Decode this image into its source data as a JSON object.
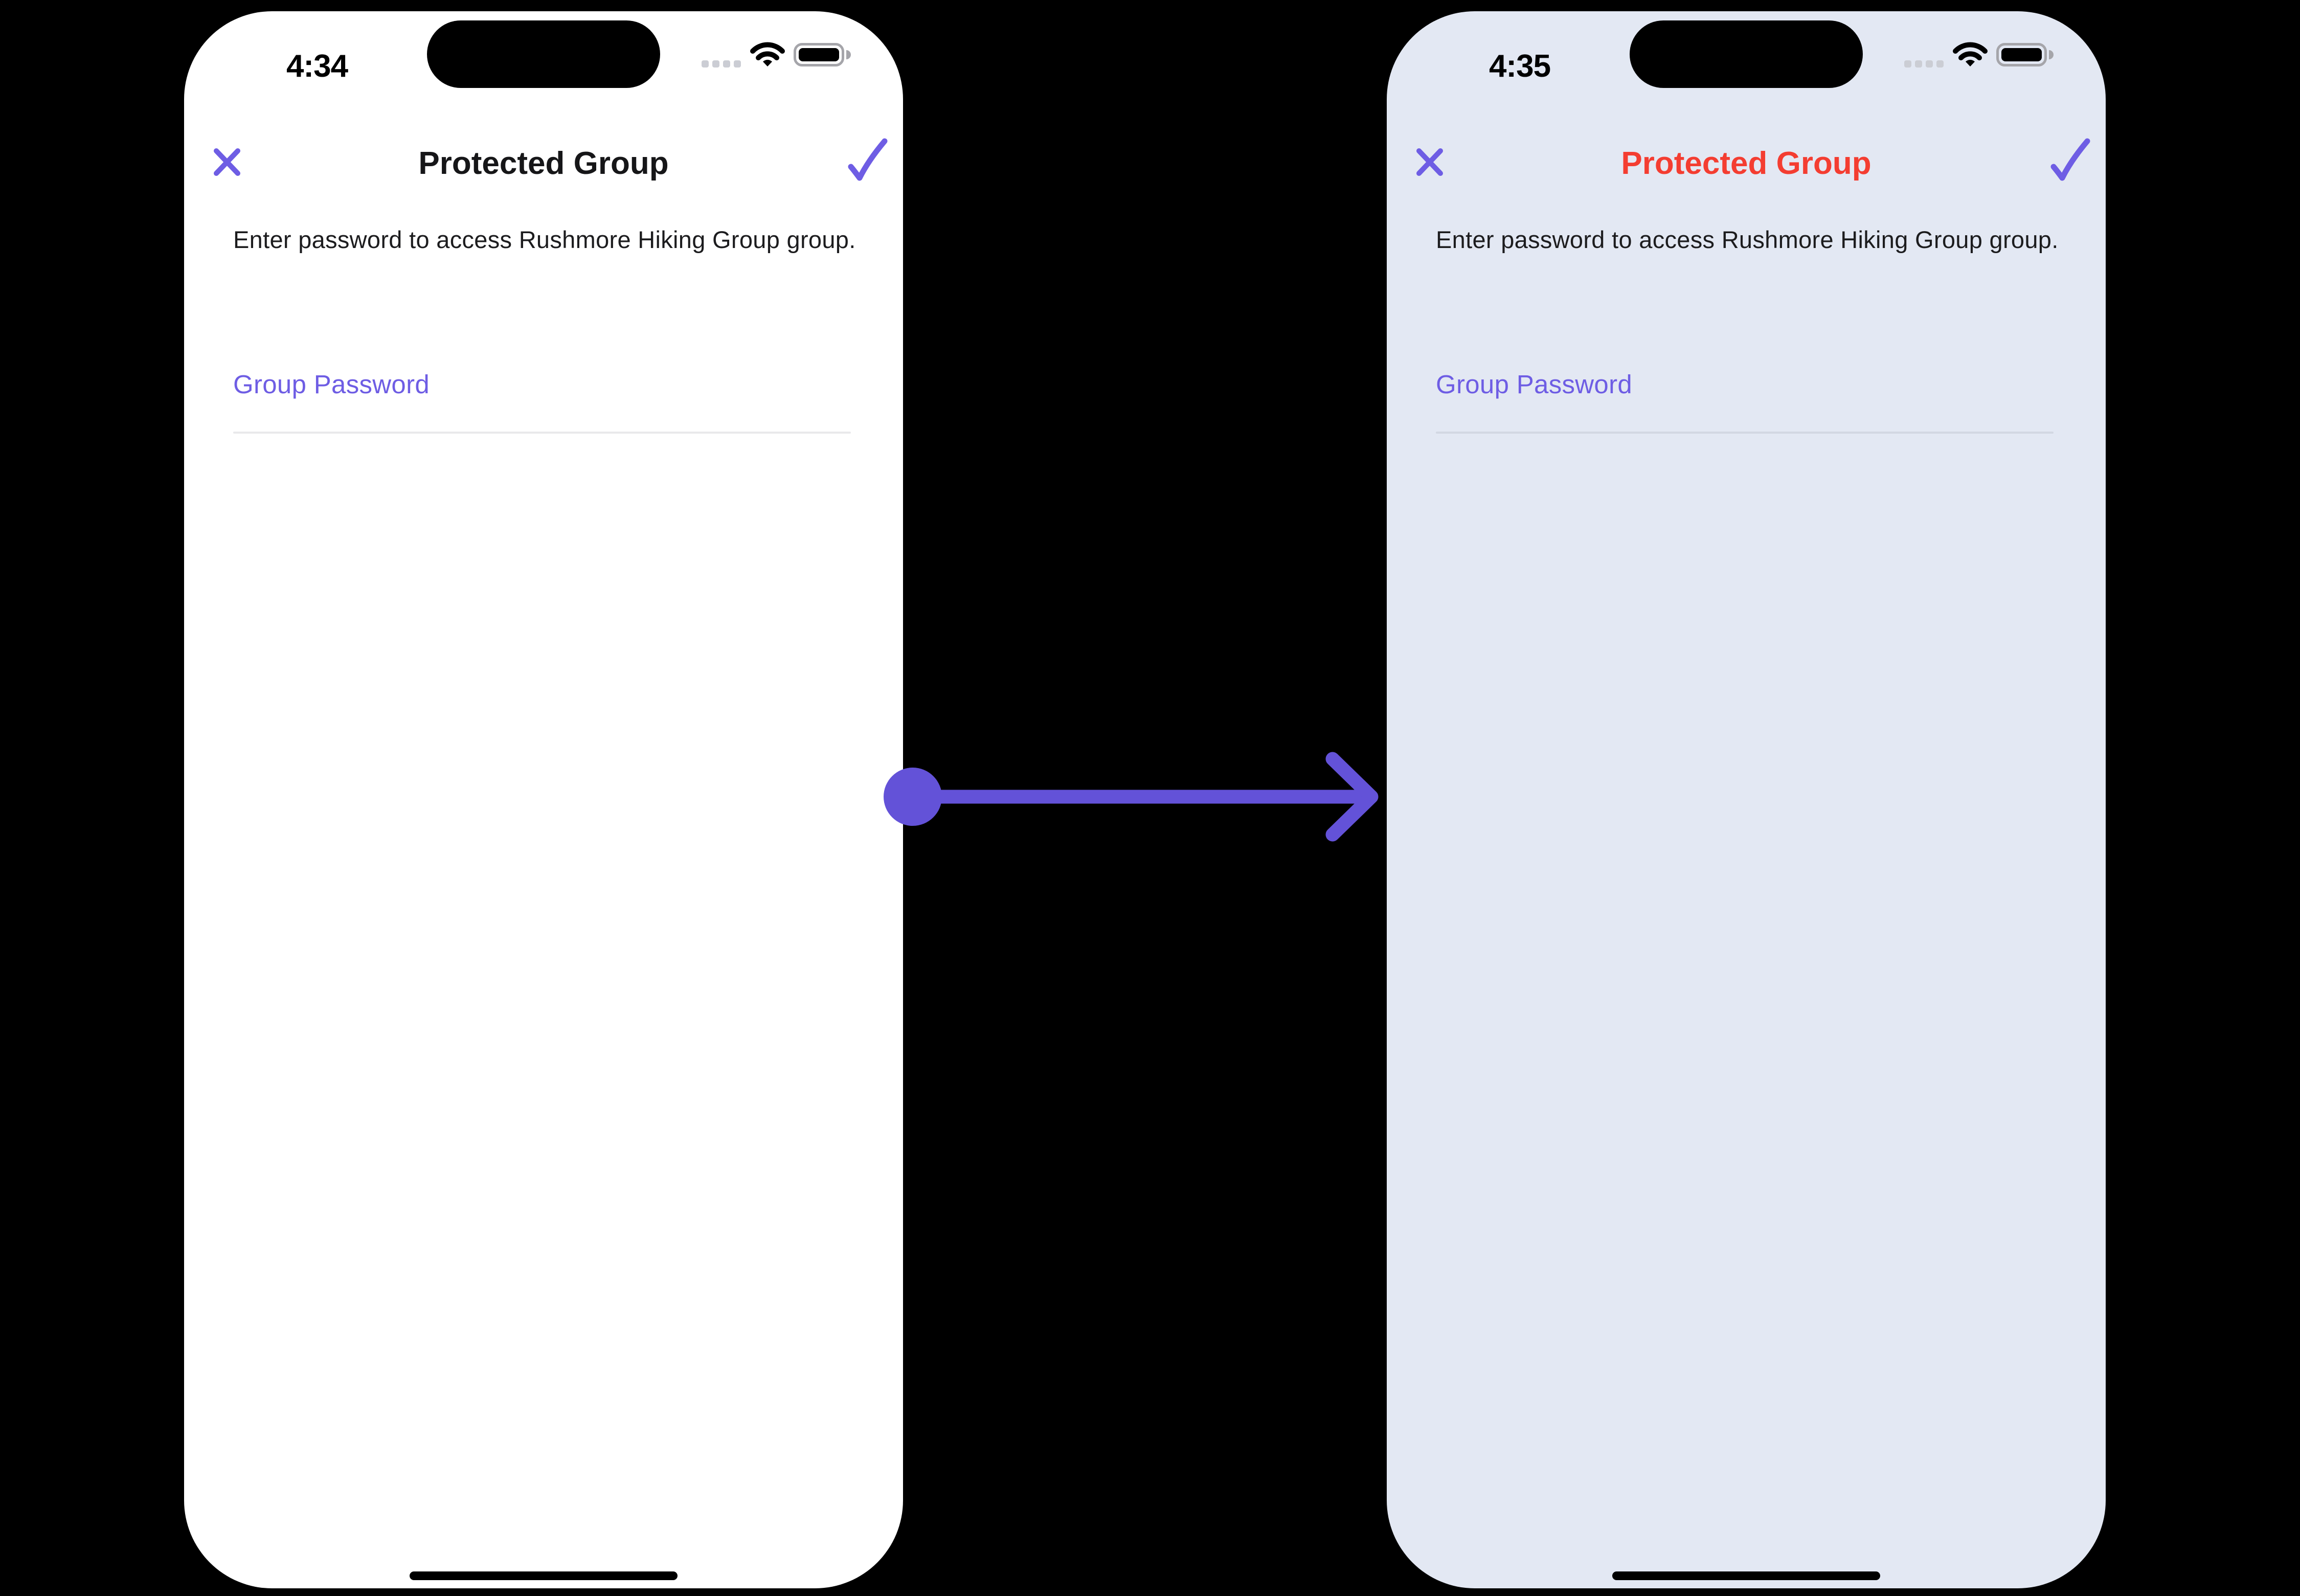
{
  "colors": {
    "canvas_bg": "#000000",
    "accent_purple": "#6e5de4",
    "arrow_purple": "#6352d8",
    "title_red": "#f43d31",
    "left_phone_bg": "#ffffff",
    "right_phone_bg": "#e3e8f3",
    "body_text": "#1c1c1e"
  },
  "icons": {
    "close": "x-cross",
    "confirm": "checkmark",
    "wifi": "wifi-arcs",
    "battery": "battery-full",
    "cellular": "four-dots",
    "transition": "right-arrow-with-dot"
  },
  "phones": [
    {
      "side": "left",
      "status": {
        "time": "4:34"
      },
      "nav": {
        "title": "Protected Group"
      },
      "description": "Enter password to access Rushmore Hiking Group group.",
      "password_field": {
        "placeholder": "Group Password",
        "value": ""
      }
    },
    {
      "side": "right",
      "status": {
        "time": "4:35"
      },
      "nav": {
        "title": "Protected Group"
      },
      "description": "Enter password to access Rushmore Hiking Group group.",
      "password_field": {
        "placeholder": "Group Password",
        "value": ""
      }
    }
  ]
}
